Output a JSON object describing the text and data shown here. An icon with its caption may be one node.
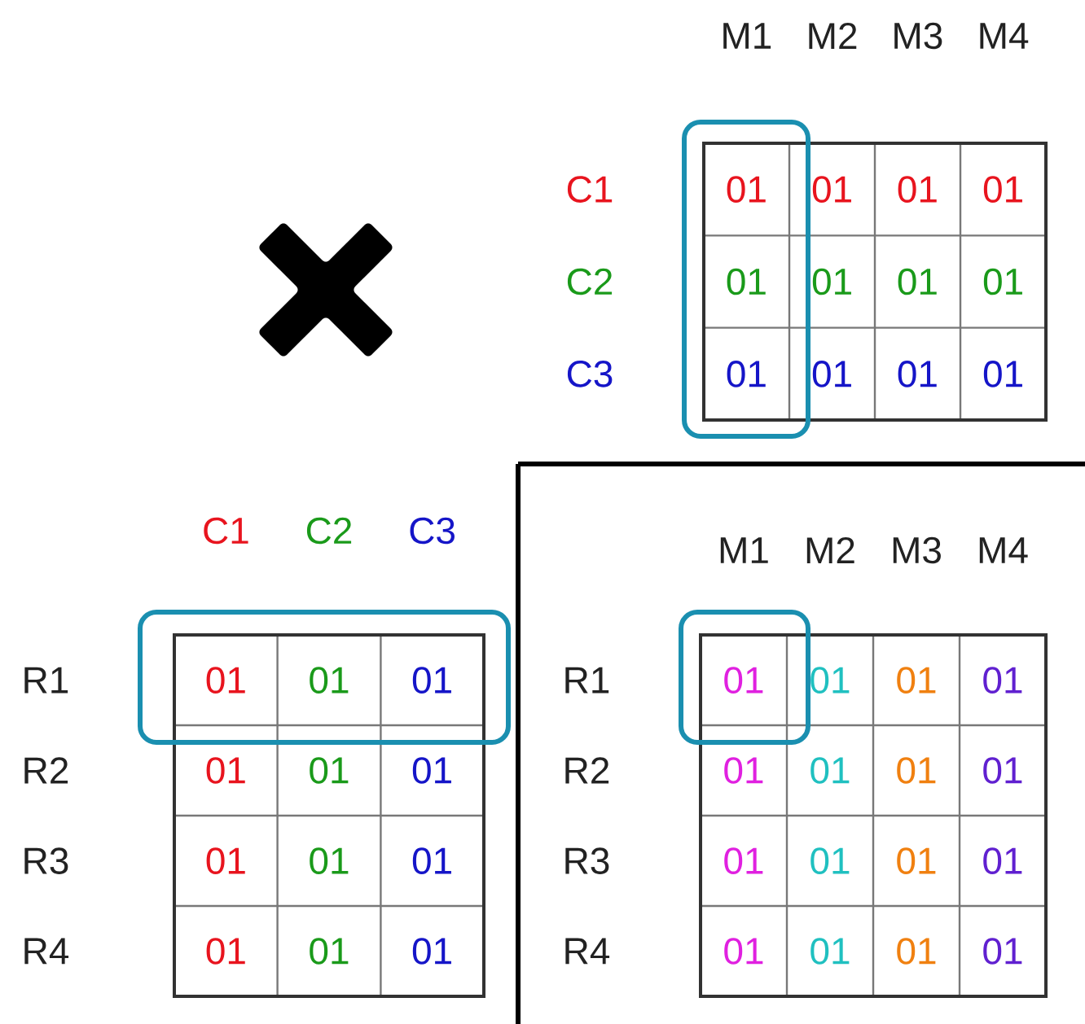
{
  "diagram": {
    "labels": [
      "M1",
      "M2",
      "M3",
      "M4",
      "C1",
      "01",
      "01",
      "01",
      "01",
      "C2",
      "01",
      "01",
      "01",
      "01",
      "C3",
      "01",
      "01",
      "01",
      "01",
      "C1",
      "C2",
      "C3",
      "R1",
      "01",
      "01",
      "01",
      "R2",
      "01",
      "01",
      "01",
      "R3",
      "01",
      "01",
      "01",
      "R4",
      "01",
      "01",
      "01",
      "M1",
      "M2",
      "M3",
      "M4",
      "R1",
      "01",
      "01",
      "01",
      "01",
      "R2",
      "01",
      "01",
      "01",
      "01",
      "R3",
      "01",
      "01",
      "01",
      "01",
      "R4",
      "01",
      "01",
      "01",
      "01"
    ]
  }
}
